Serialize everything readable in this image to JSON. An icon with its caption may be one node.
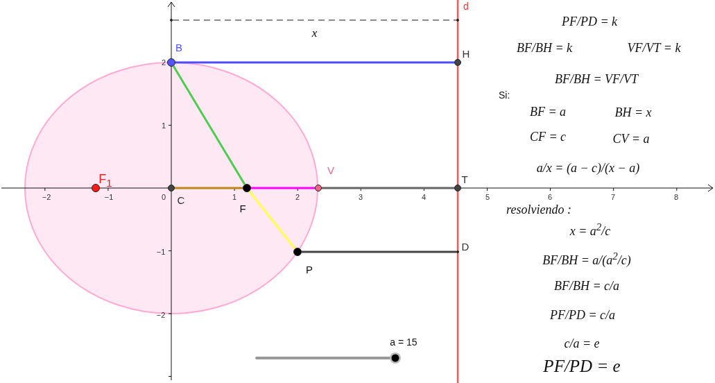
{
  "diagram": {
    "nodes": [
      {
        "text": [],
        "shape": "circle"
      },
      {
        "text": [],
        "shape": "circle"
      },
      {
        "text": [],
        "shape": "circle",
        "beside": [
          "B"
        ]
      },
      {
        "text": [],
        "shape": "circle",
        "beside": [
          "H"
        ]
      },
      {
        "text": [],
        "shape": "circle",
        "beside": [
          "F$_{1}$"
        ]
      },
      {
        "text": [],
        "shape": "circle",
        "beside": [
          "C"
        ]
      },
      {
        "text": [],
        "shape": "circle",
        "beside": [
          "F"
        ]
      },
      {
        "text": [],
        "shape": "circle",
        "beside": [
          "V"
        ]
      },
      {
        "text": [],
        "shape": "circle",
        "beside": [
          "T"
        ]
      },
      {
        "text": [],
        "shape": "circle",
        "beside": [
          "P"
        ]
      },
      {
        "text": [],
        "shape": "circle",
        "beside": [
          "D"
        ]
      }
    ],
    "edges": [
      {
        "from": 0,
        "to": 1,
        "arrow": "none",
        "style": "dashed",
        "color": "#666666",
        "label": "x"
      },
      {
        "from": 2,
        "to": 3,
        "arrow": "none",
        "color": "#4d4dff"
      },
      {
        "from": 2,
        "to": 6,
        "arrow": "none",
        "color": "#4dcc4d"
      },
      {
        "from": 5,
        "to": 6,
        "arrow": "none",
        "color": "#c0861c"
      },
      {
        "from": 6,
        "to": 7,
        "arrow": "none",
        "color": "#ff00ff"
      },
      {
        "from": 7,
        "to": 8,
        "arrow": "none",
        "color": "#666666"
      },
      {
        "from": 6,
        "to": 9,
        "arrow": "none",
        "color": "#ffff4d"
      },
      {
        "from": 9,
        "to": 10,
        "arrow": "none",
        "color": "#444444"
      }
    ],
    "labels": [
      "d",
      "PF/PD = k",
      "BF/BH = k",
      "VF/VT = k",
      "2",
      "BF/BH = VF/VT",
      "Si:",
      "BF = a",
      "BH = x",
      "1",
      "CF = c",
      "CV = a",
      "a/x = (a − c)/(x − a)",
      "−2",
      "−1",
      "0",
      "1",
      "2",
      "3",
      "4",
      "5",
      "6",
      "7",
      "8",
      "resolviendo :",
      "x = a$^{2}$/c",
      "−1",
      "BF/BH = a/(a$^{2}$/c)",
      "BF/BH = c/a",
      "−2",
      "PF/PD = c/a",
      "a = 15",
      "c/a = e",
      "PF/PD = e"
    ]
  }
}
